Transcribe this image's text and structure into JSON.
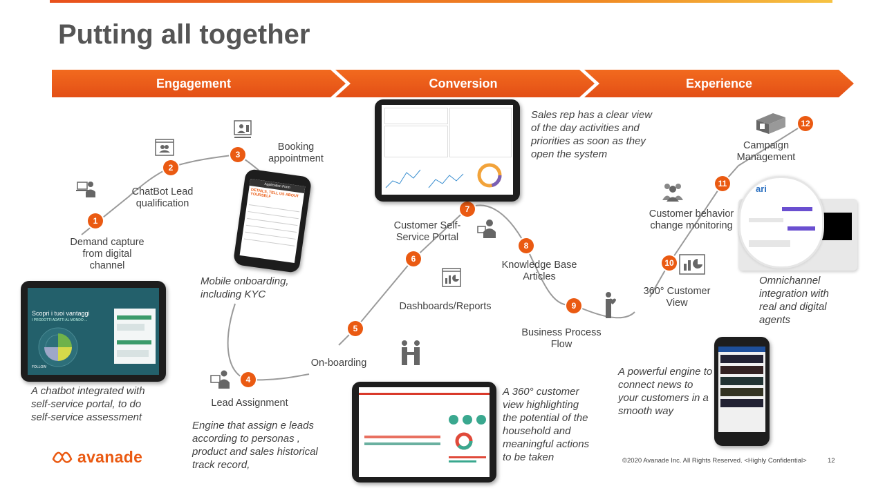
{
  "title": "Putting all together",
  "phases": [
    "Engagement",
    "Conversion",
    "Experience"
  ],
  "steps": [
    {
      "n": "1",
      "label": "Demand capture from digital channel"
    },
    {
      "n": "2",
      "label": "ChatBot Lead qualification"
    },
    {
      "n": "3",
      "label": "Booking appointment"
    },
    {
      "n": "4",
      "label": "Lead Assignment"
    },
    {
      "n": "5",
      "label": "On-boarding"
    },
    {
      "n": "6",
      "label": "Customer Self-Service Portal"
    },
    {
      "n": "7",
      "label": "Dashboards/Reports"
    },
    {
      "n": "8",
      "label": "Knowledge Base Articles"
    },
    {
      "n": "9",
      "label": "Business Process Flow"
    },
    {
      "n": "10",
      "label": "360° Customer View"
    },
    {
      "n": "11",
      "label": "Customer behavior change monitoring"
    },
    {
      "n": "12",
      "label": "Campaign Management"
    }
  ],
  "captions": {
    "chatbot": "A chatbot integrated with self-service portal, to do self-service assessment",
    "mobile": "Mobile onboarding, including KYC",
    "engine": "Engine that assign e leads according to personas , product and sales historical track record,",
    "salesrep": "Sales rep has a clear view of the day activities and priorities as soon as they open the system",
    "view360": "A 360° customer view highlighting the potential of the household and meaningful actions to be taken",
    "omni": "Omnichannel integration with real and digital agents",
    "news": "A powerful engine to connect news to your customers in a smooth way"
  },
  "tablet_left": {
    "heading": "Scopri i tuoi vantaggi",
    "sub": "I PRODOTTI ADATTI AL MONDO ...",
    "follow": "FOLLOW"
  },
  "phone_mobile": {
    "header": "Application Form",
    "title": "DETAILS, TELL US ABOUT YOURSELF"
  },
  "omni_brand": "ari",
  "footer": {
    "copyright": "©2020 Avanade Inc. All Rights Reserved. <Highly Confidential>",
    "page": "12"
  },
  "logo": "avanade",
  "colors": {
    "accent": "#ea5a12",
    "phase_start": "#e8501c",
    "phase_end": "#f47c20"
  }
}
